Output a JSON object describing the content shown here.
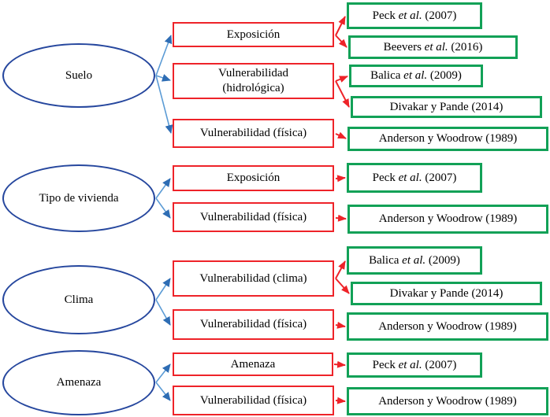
{
  "colors": {
    "source_border": "#26479e",
    "factor_border": "#ee2329",
    "reference_border": "#12a157",
    "source_arrow_line": "#5b9bd5",
    "source_arrow_head": "#2e6db4",
    "factor_arrow": "#ee2329",
    "text_color": "#000000",
    "bg": "#ffffff"
  },
  "sources": [
    {
      "label": "Suelo"
    },
    {
      "label": "Tipo de vivienda"
    },
    {
      "label": "Clima"
    },
    {
      "label": "Amenaza"
    }
  ],
  "factors": [
    {
      "label": "Exposición"
    },
    {
      "label": "Vulnerabilidad\n(hidrológica)"
    },
    {
      "label": "Vulnerabilidad (física)"
    },
    {
      "label": "Exposición"
    },
    {
      "label": "Vulnerabilidad (física)"
    },
    {
      "label": "Vulnerabilidad (clima)"
    },
    {
      "label": "Vulnerabilidad (física)"
    },
    {
      "label": "Amenaza"
    },
    {
      "label": "Vulnerabilidad (física)"
    }
  ],
  "references": [
    {
      "pre": "Peck ",
      "italic": "et al.",
      "post": " (2007)"
    },
    {
      "pre": "Beevers ",
      "italic": "et al.",
      "post": " (2016)"
    },
    {
      "pre": "Balica ",
      "italic": "et al.",
      "post": " (2009)"
    },
    {
      "pre": "Divakar y Pande (2014)",
      "italic": "",
      "post": ""
    },
    {
      "pre": "Anderson y Woodrow (1989)",
      "italic": "",
      "post": ""
    },
    {
      "pre": "Peck ",
      "italic": "et al.",
      "post": " (2007)"
    },
    {
      "pre": "Anderson y Woodrow (1989)",
      "italic": "",
      "post": ""
    },
    {
      "pre": "Balica ",
      "italic": "et al.",
      "post": " (2009)"
    },
    {
      "pre": "Divakar y Pande (2014)",
      "italic": "",
      "post": ""
    },
    {
      "pre": "Anderson y Woodrow (1989)",
      "italic": "",
      "post": ""
    },
    {
      "pre": "Peck ",
      "italic": "et al.",
      "post": " (2007)"
    },
    {
      "pre": "Anderson y Woodrow (1989)",
      "italic": "",
      "post": ""
    }
  ],
  "connections": {
    "source_to_factor": [
      [
        0,
        0
      ],
      [
        0,
        1
      ],
      [
        0,
        2
      ],
      [
        1,
        3
      ],
      [
        1,
        4
      ],
      [
        2,
        5
      ],
      [
        2,
        6
      ],
      [
        3,
        7
      ],
      [
        3,
        8
      ]
    ],
    "factor_to_reference": [
      [
        0,
        0
      ],
      [
        0,
        1
      ],
      [
        1,
        2
      ],
      [
        1,
        3
      ],
      [
        2,
        4
      ],
      [
        3,
        5
      ],
      [
        4,
        6
      ],
      [
        5,
        7
      ],
      [
        5,
        8
      ],
      [
        6,
        9
      ],
      [
        7,
        10
      ],
      [
        8,
        11
      ]
    ]
  }
}
